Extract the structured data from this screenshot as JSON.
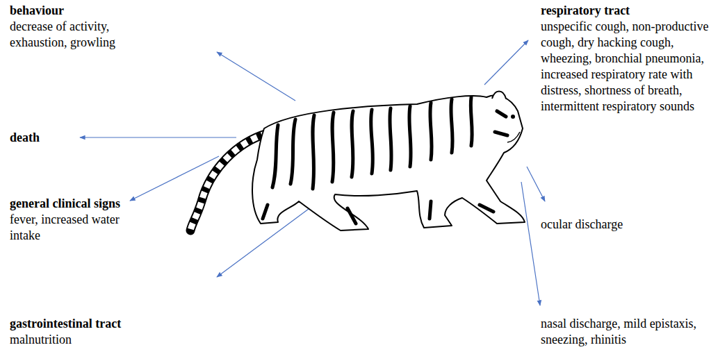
{
  "diagram": {
    "labels": [
      "behaviour",
      "decrease of activity, exhaustion, growling",
      "death",
      "general clinical signs",
      "fever, increased water intake",
      "gastrointestinal tract",
      "malnutrition",
      "respiratory tract",
      "unspecific cough, non-productive cough, dry hacking cough, wheezing, bronchial pneumonia, increased respiratory rate with distress, shortness of breath, intermittent respiratory sounds",
      "ocular discharge",
      "nasal discharge, mild epistaxis, sneezing, rhinitis"
    ]
  }
}
